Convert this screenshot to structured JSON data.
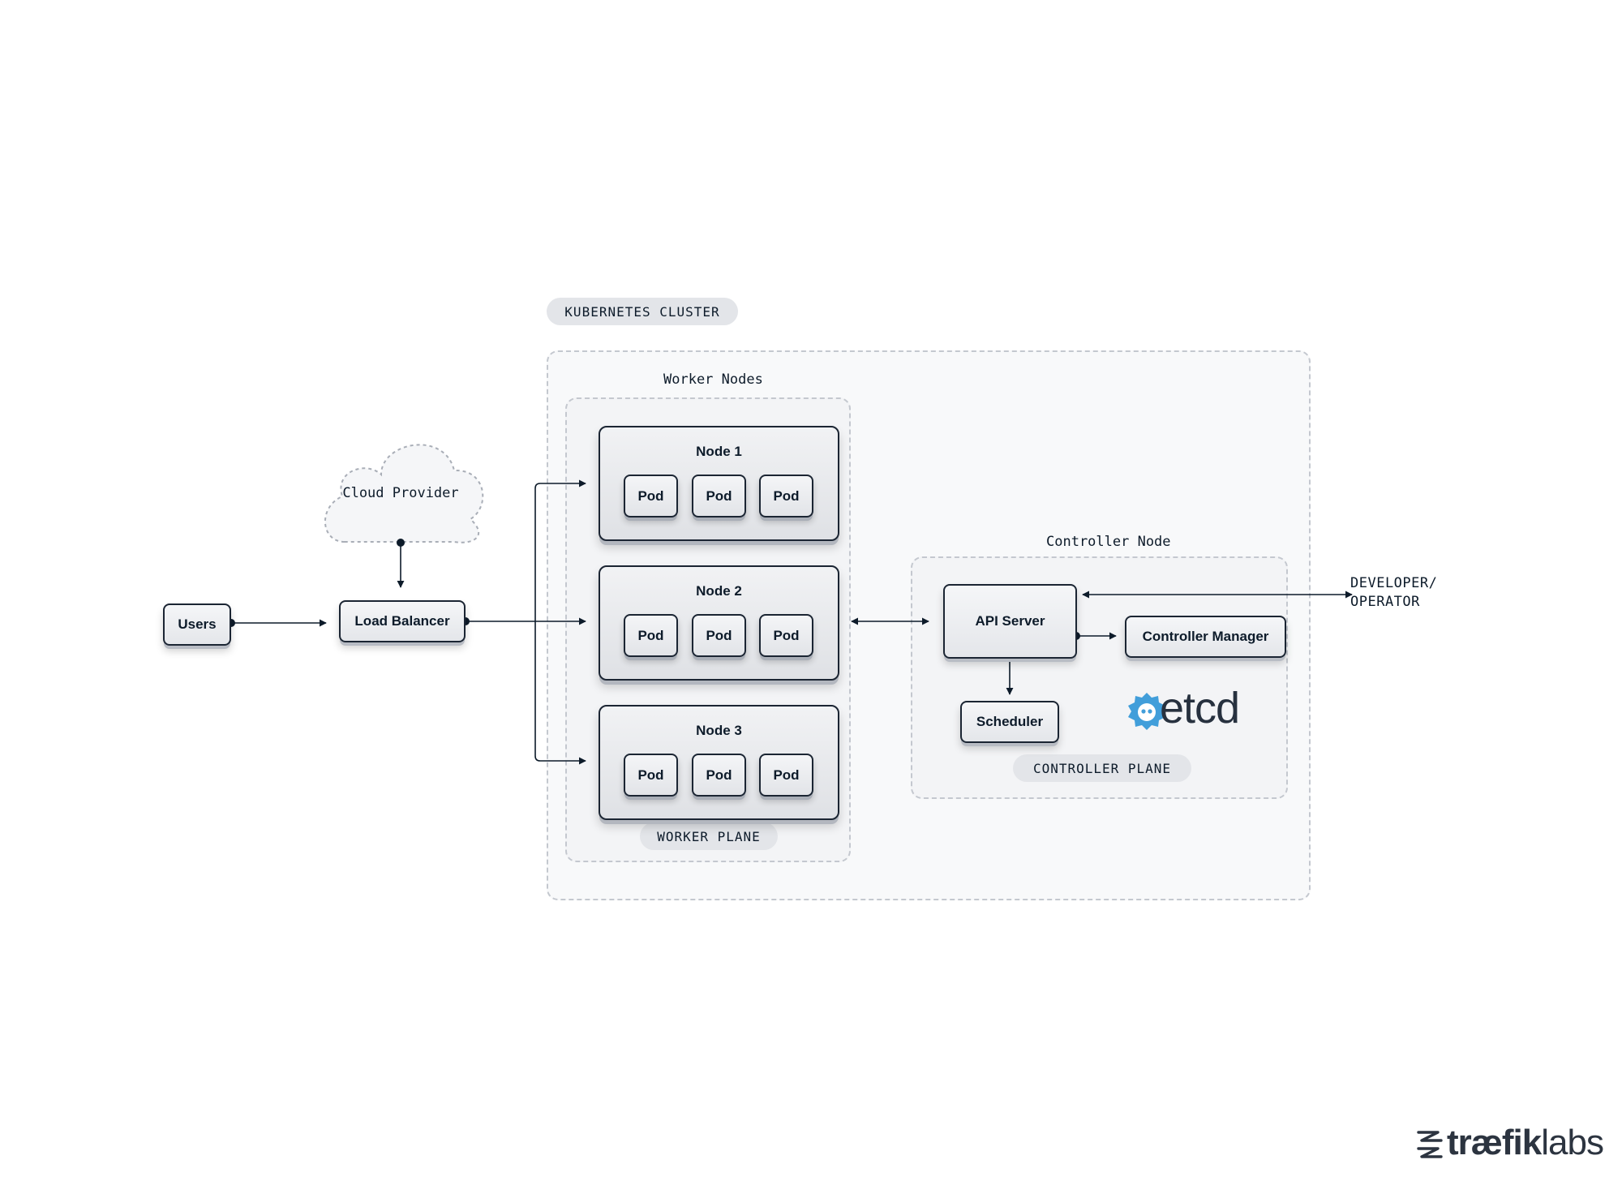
{
  "diagram": {
    "cluster_label": "KUBERNETES CLUSTER",
    "worker_nodes_label": "Worker Nodes",
    "worker_plane_label": "WORKER PLANE",
    "controller_node_label": "Controller Node",
    "controller_plane_label": "CONTROLLER PLANE",
    "cloud_provider": "Cloud Provider",
    "users": "Users",
    "load_balancer": "Load Balancer",
    "nodes": [
      {
        "title": "Node 1",
        "pods": [
          "Pod",
          "Pod",
          "Pod"
        ]
      },
      {
        "title": "Node 2",
        "pods": [
          "Pod",
          "Pod",
          "Pod"
        ]
      },
      {
        "title": "Node 3",
        "pods": [
          "Pod",
          "Pod",
          "Pod"
        ]
      }
    ],
    "api_server": "API Server",
    "controller_manager": "Controller Manager",
    "scheduler": "Scheduler",
    "etcd": "etcd",
    "developer_line1": "DEVELOPER/",
    "developer_line2": "OPERATOR"
  },
  "branding": {
    "word_part1": "træfik",
    "word_part2": "labs"
  },
  "colors": {
    "line": "#0d1b2a",
    "dashed_border": "#c4c8cf",
    "pill_bg": "#e3e5e9",
    "etcd_blue": "#419eda"
  }
}
